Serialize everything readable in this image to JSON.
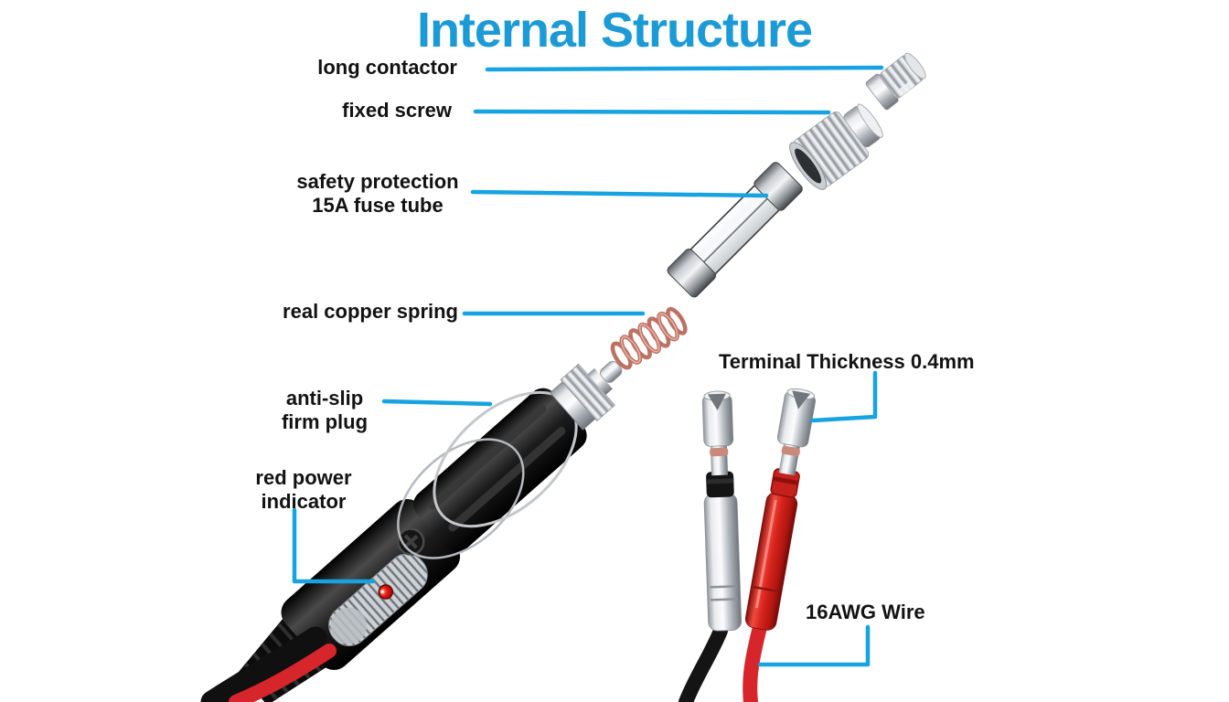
{
  "title": "Internal Structure",
  "colors": {
    "accent_title": "#1b9ad6",
    "accent_line": "#17a3e1",
    "label_text": "#121212",
    "background": "#ffffff",
    "copper_spring": "#bc7163",
    "wire_red": "#d6252b",
    "wire_black": "#141414",
    "led_red": "#e0150d"
  },
  "callouts": {
    "long_contactor": {
      "text": "long contactor"
    },
    "fixed_screw": {
      "text": "fixed screw"
    },
    "fuse": {
      "line1": "safety protection",
      "line2": "15A fuse tube"
    },
    "spring": {
      "text": "real copper spring"
    },
    "plug": {
      "line1": "anti-slip",
      "line2": "firm plug"
    },
    "indicator": {
      "line1": "red power",
      "line2": "indicator"
    },
    "terminal": {
      "text": "Terminal Thickness 0.4mm"
    },
    "wire": {
      "text": "16AWG Wire"
    }
  },
  "parts": [
    "long-contactor",
    "fixed-screw",
    "fuse-tube",
    "copper-spring",
    "cigarette-lighter-plug",
    "power-indicator-led",
    "black-wire-terminal",
    "red-wire-terminal",
    "power-cable"
  ]
}
